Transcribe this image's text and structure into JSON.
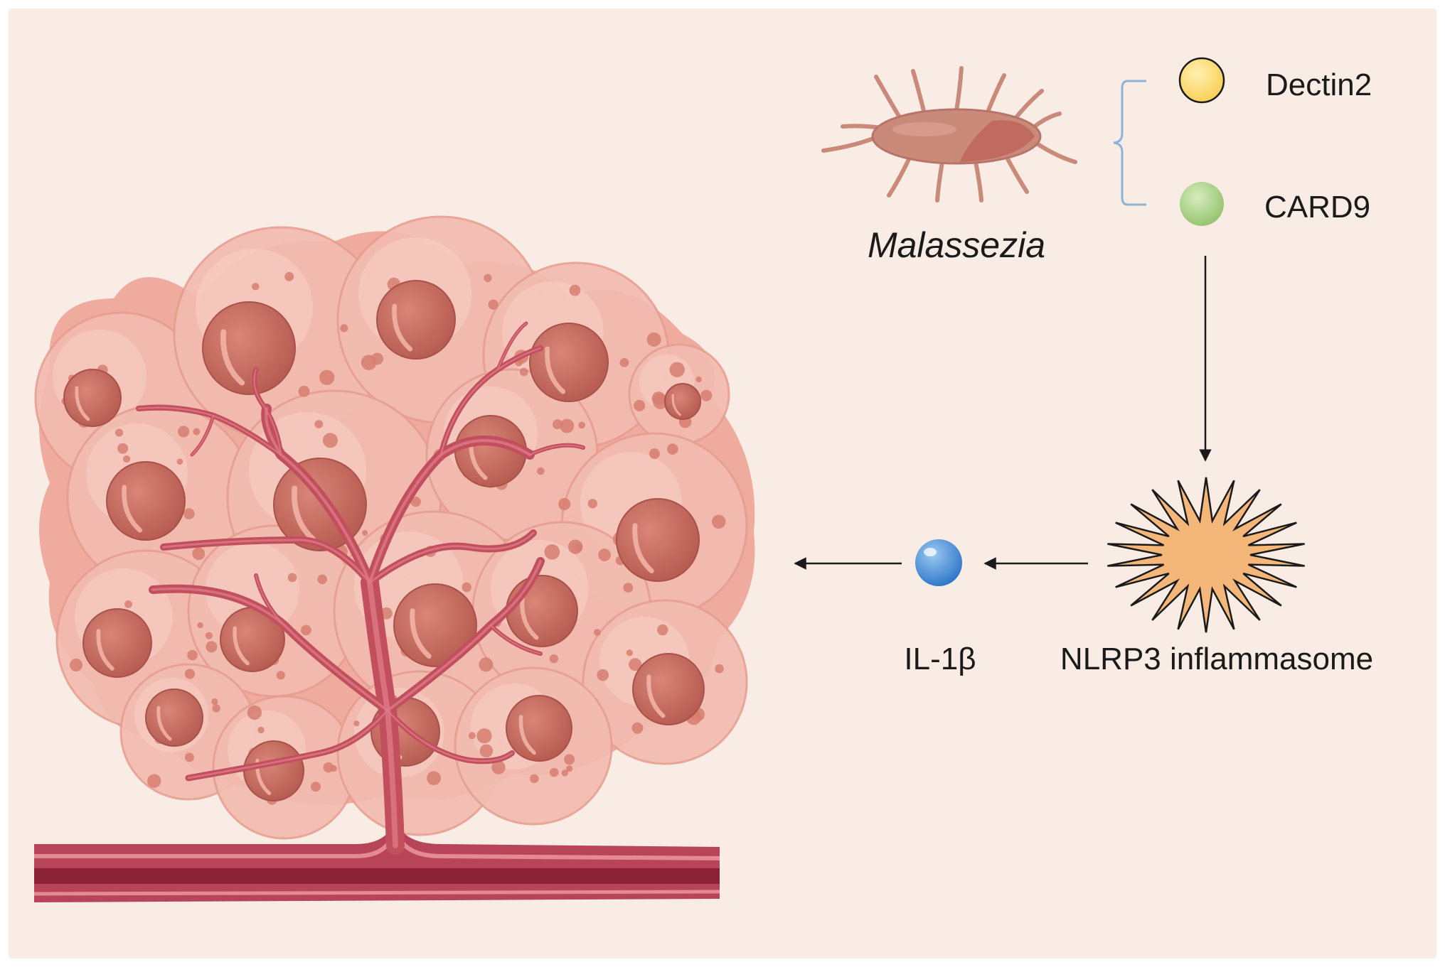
{
  "labels": {
    "organism": "Malassezia",
    "receptor_1": "Dectin2",
    "receptor_2": "CARD9",
    "complex": "NLRP3 inflammasome",
    "cytokine": "IL-1β"
  },
  "colors": {
    "panel_background": "#f9ece4",
    "dectin2_dot": "#fcd66a",
    "card9_dot": "#a9cf86",
    "inflammasome_star": "#f5b679",
    "il1b_dot": "#4a8fd8",
    "organism_body": "#c98a7a",
    "tumor_cell": "#f0b2a6",
    "nucleus": "#c5695d",
    "vessel": "#a8394a",
    "bracket": "#8db3d9",
    "arrow": "#1a1a1a"
  },
  "icons": {
    "organism": "malassezia-fungus-icon",
    "inflammasome": "starburst-icon",
    "tumor": "tumor-cell-cluster",
    "vessel": "blood-vessel"
  }
}
